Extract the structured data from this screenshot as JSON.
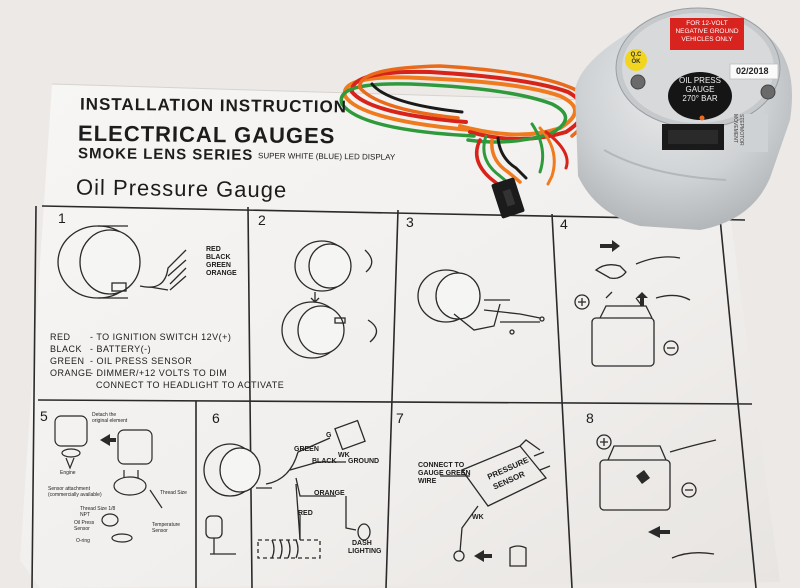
{
  "sheet": {
    "header_line1": "INSTALLATION INSTRUCTION",
    "header_line2": "ELECTRICAL GAUGES",
    "header_line3": "SMOKE LENS SERIES",
    "header_line3_sub": "SUPER WHITE (BLUE) LED DISPLAY",
    "title": "Oil Pressure Gauge",
    "step_numbers": [
      "1",
      "2",
      "3",
      "4",
      "5",
      "6",
      "7",
      "8"
    ],
    "step1_wire_labels": [
      "RED",
      "BLACK",
      "GREEN",
      "ORANGE"
    ],
    "wiring_legend": [
      {
        "color": "RED",
        "desc": "- TO IGNITION SWITCH 12V(+)"
      },
      {
        "color": "BLACK",
        "desc": "- BATTERY(-)"
      },
      {
        "color": "GREEN",
        "desc": "- OIL PRESS SENSOR"
      },
      {
        "color": "ORANGE",
        "desc": "- DIMMER/+12 VOLTS TO DIM"
      }
    ],
    "wiring_legend_extra": "CONNECT TO HEADLIGHT TO ACTIVATE",
    "step5_labels": {
      "detach": "Detach the original element",
      "engine": "Engine",
      "sensor_attach": "Sensor attachment (commercially available)",
      "thread_size_a": "Thread Size 1/8 NPT",
      "thread_size_b": "Thread Size",
      "oil_press_sensor": "Oil Press Sensor",
      "temp_sensor": "Temperature Sensor",
      "oring": "O-ring"
    },
    "step6_labels": {
      "green": "GREEN",
      "black": "BLACK",
      "ground": "GROUND",
      "orange": "ORANGE",
      "red": "RED",
      "g": "G",
      "wk": "WK",
      "dash": "DASH",
      "lighting": "LIGHTING"
    },
    "step7_labels": {
      "connect1": "CONNECT TO",
      "connect2": "GAUGE GREEN",
      "connect3": "WIRE",
      "pressure": "PRESSURE",
      "sensor": "SENSOR",
      "wk": "WK"
    }
  },
  "gauge": {
    "warning_label": [
      "FOR 12-VOLT",
      "NEGATIVE GROUND",
      "VEHICLES ONLY"
    ],
    "qc_sticker": [
      "Q.C",
      "OK"
    ],
    "date_sticker": "02/2018",
    "face_text": [
      "OIL PRESS",
      "GAUGE",
      "270° BAR"
    ],
    "side_text": "STEPMOTOR MOVEMENT"
  },
  "colors": {
    "paper": "#f5f3f1",
    "background": "#ece9e6",
    "gauge_silver": "#cfd2d4",
    "wire_red": "#d8231b",
    "wire_orange": "#f07a1e",
    "wire_green": "#2f9a3c",
    "wire_black": "#1a1a1a",
    "warning_red": "#d9231f",
    "qc_yellow": "#f2d51f"
  }
}
